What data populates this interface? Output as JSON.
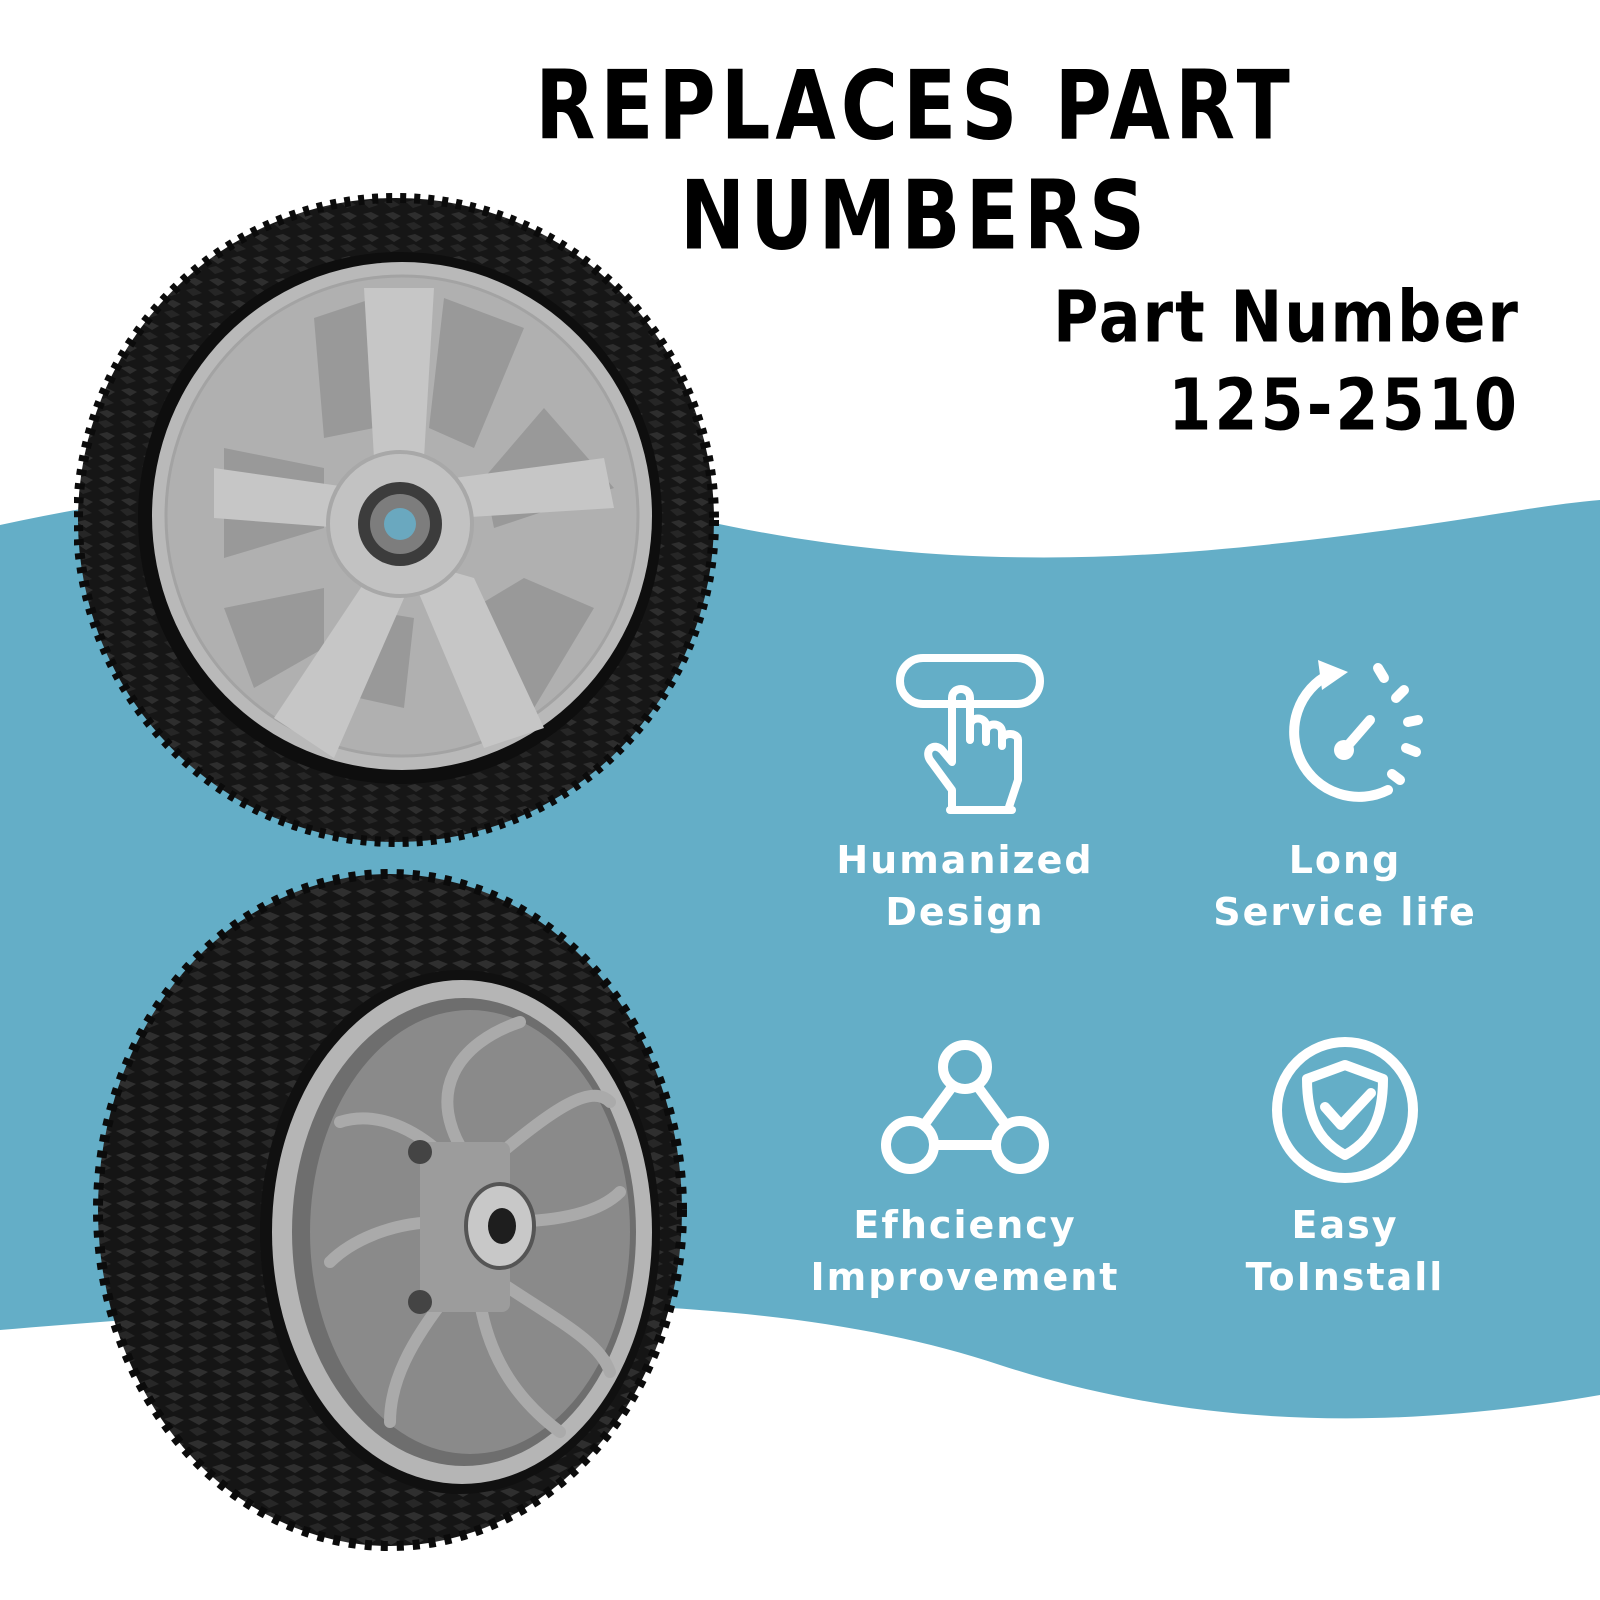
{
  "header": {
    "headline": "REPLACES PART NUMBERS",
    "part_label": "Part Number",
    "part_number": "125-2510"
  },
  "product_images": [
    {
      "name": "wheel-front-view",
      "description": "tire-with-gray-hub-front"
    },
    {
      "name": "wheel-back-view",
      "description": "tire-with-gray-spokes-back"
    }
  ],
  "features": [
    {
      "icon": "hand-press-button-icon",
      "line1": "Humanized",
      "line2": "Design"
    },
    {
      "icon": "clock-arrow-icon",
      "line1": "Long",
      "line2": "Service life"
    },
    {
      "icon": "molecule-nodes-icon",
      "line1": "Efhciency",
      "line2": "Improvement"
    },
    {
      "icon": "shield-check-icon",
      "line1": "Easy",
      "line2": "ToInstall"
    }
  ],
  "colors": {
    "background": "#ffffff",
    "wave": "#64aec7",
    "headline": "#000000",
    "feature_text": "#ffffff",
    "tire": "#1a1a1a",
    "hub": "#b4b4b4"
  }
}
